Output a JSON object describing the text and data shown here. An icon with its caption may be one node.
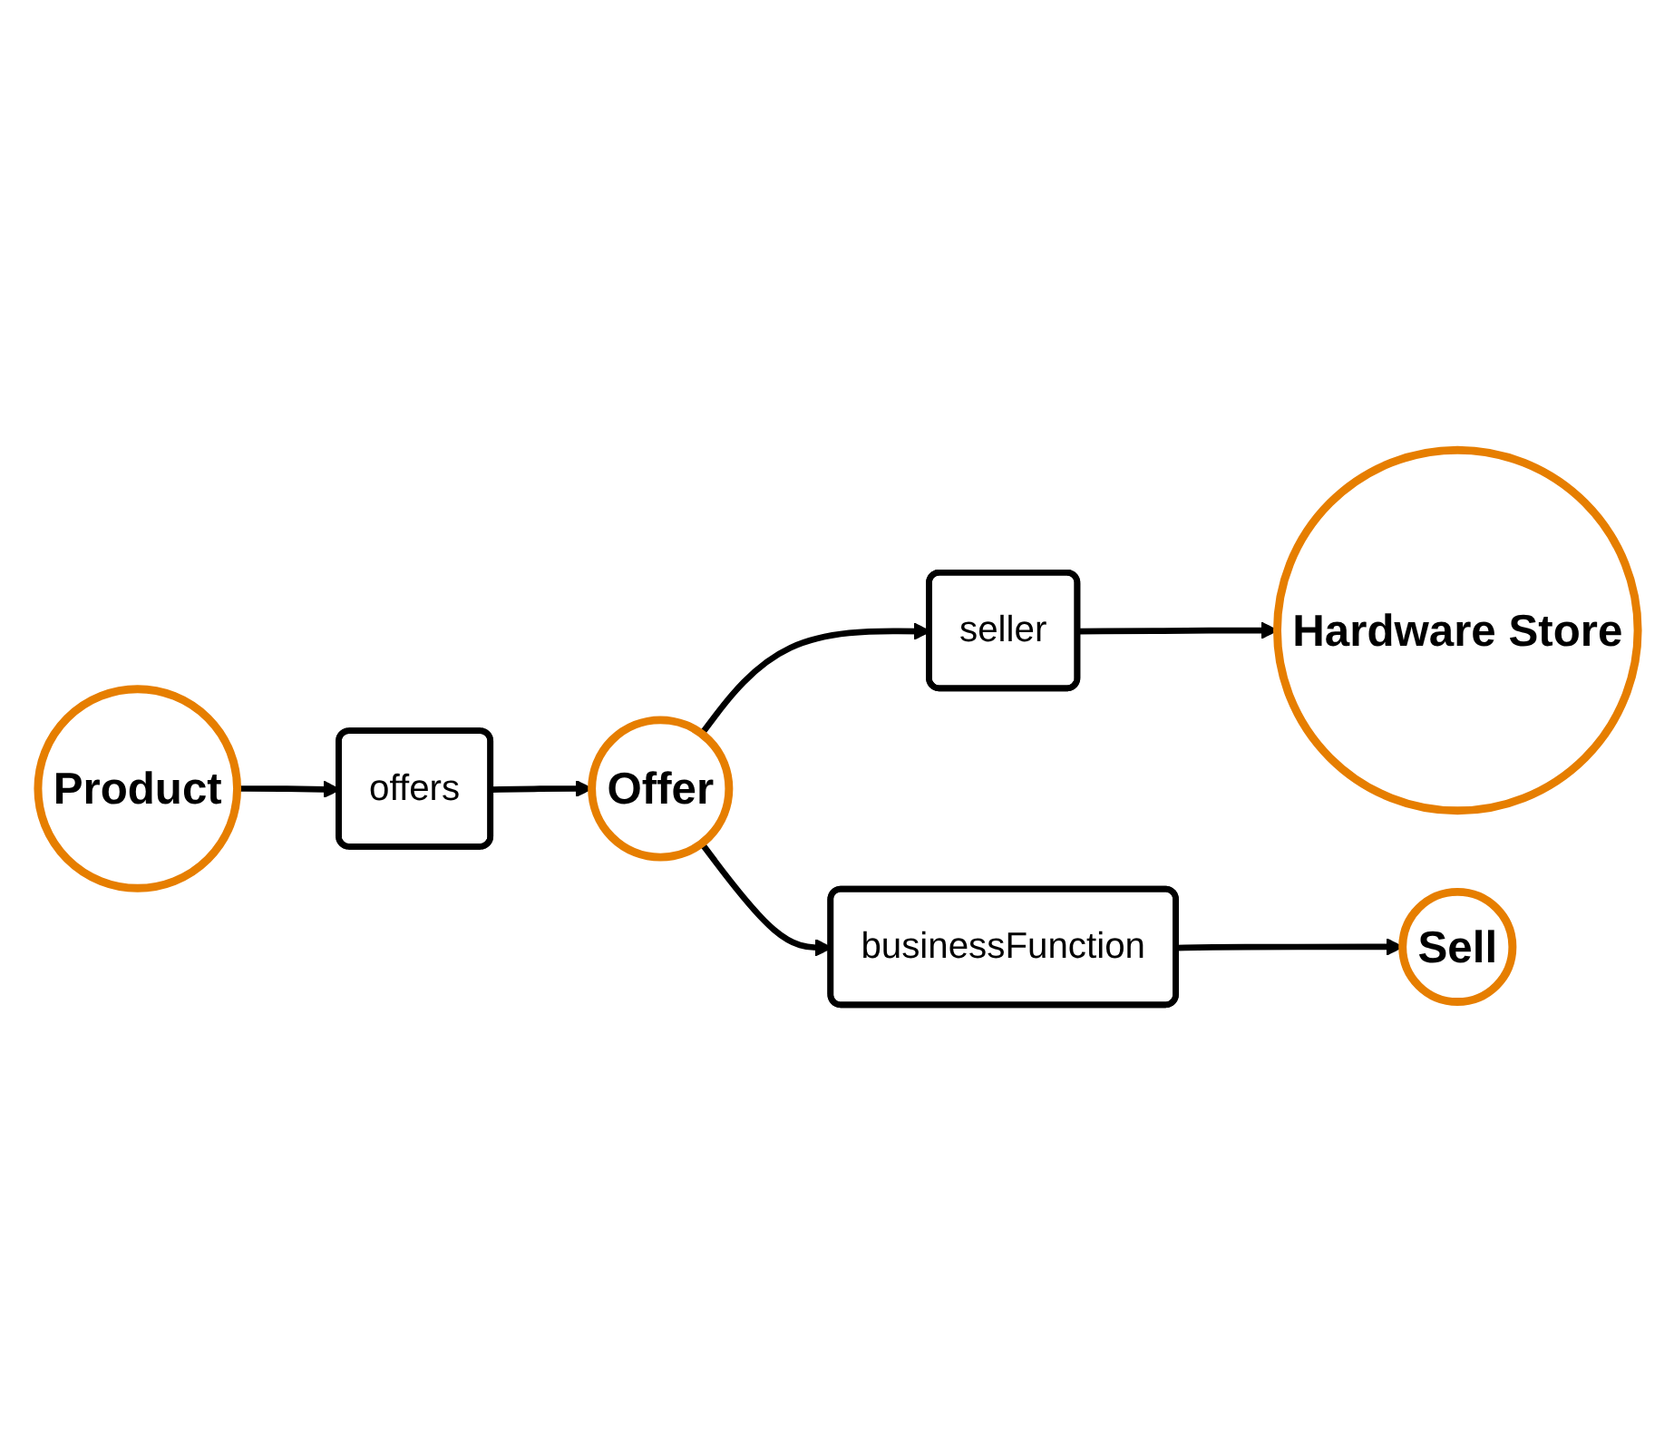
{
  "diagram": {
    "nodes": [
      {
        "text": [
          "Product"
        ]
      },
      {
        "text": [
          "offers"
        ]
      },
      {
        "text": [
          "Offer"
        ]
      },
      {
        "text": [
          "seller"
        ]
      },
      {
        "text": [
          "Hardware Store"
        ]
      },
      {
        "text": [
          "businessFunction"
        ]
      },
      {
        "text": [
          "Sell"
        ]
      }
    ],
    "edges": [
      {
        "from": 0,
        "to": 1,
        "arrow": "to"
      },
      {
        "from": 1,
        "to": 2,
        "arrow": "to"
      },
      {
        "from": 2,
        "to": 3,
        "arrow": "to"
      },
      {
        "from": 3,
        "to": 4,
        "arrow": "to"
      },
      {
        "from": 2,
        "to": 5,
        "arrow": "to"
      },
      {
        "from": 5,
        "to": 6,
        "arrow": "to"
      }
    ]
  }
}
